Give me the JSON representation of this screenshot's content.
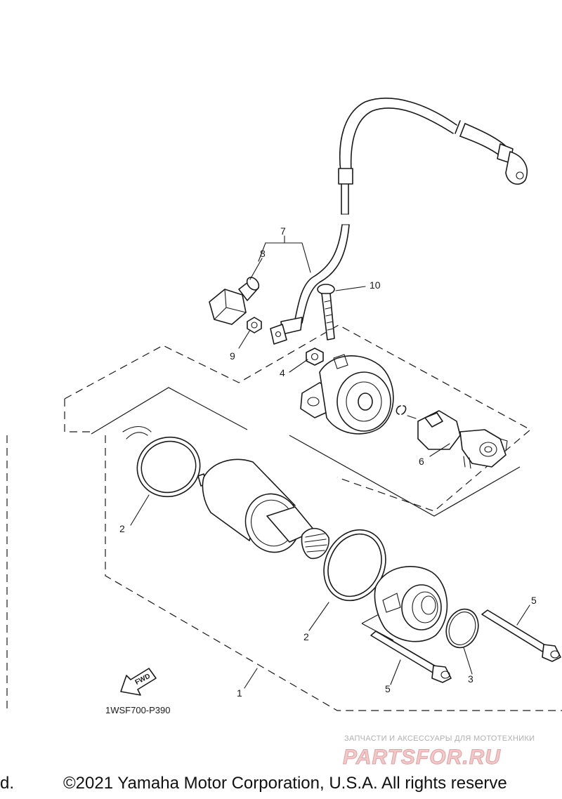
{
  "diagram": {
    "callouts": {
      "c1": "1",
      "c2a": "2",
      "c2b": "2",
      "c3": "3",
      "c4": "4",
      "c5a": "5",
      "c5b": "5",
      "c6": "6",
      "c7": "7",
      "c8": "8",
      "c9": "9",
      "c10": "10"
    },
    "diagram_code": "1WSF700-P390",
    "fwd_label": "FWD"
  },
  "watermark": {
    "tagline": "ЗАПЧАСТИ И АКСЕССУАРЫ ДЛЯ МОТОТЕХНИКИ",
    "brand": "PARTSFOR.RU"
  },
  "footer": {
    "left_fragment": "d.",
    "copyright": "©2021 Yamaha Motor Corporation, U.S.A. All rights reserve"
  }
}
